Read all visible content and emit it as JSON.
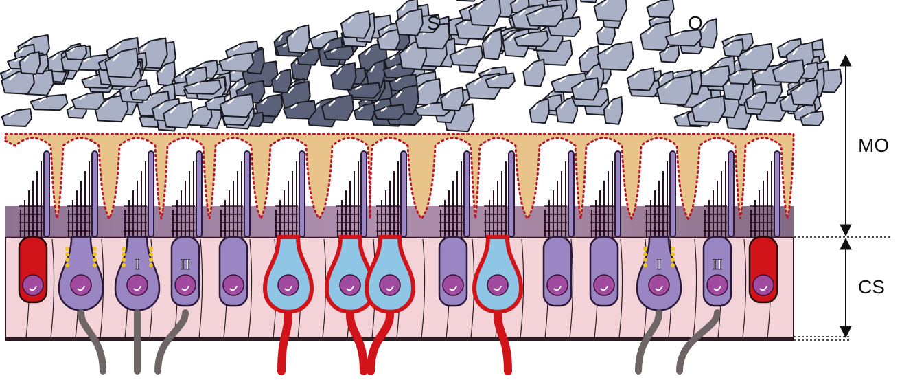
{
  "labels": {
    "s": "S",
    "o": "O",
    "mo": "MO",
    "cs": "CS"
  },
  "hair_cell_types": {
    "type1": "I",
    "type2": "II"
  },
  "colors": {
    "otoconia_light": "#aab1c6",
    "otoconia_dark": "#5b6178",
    "membrane": "#e9c48a",
    "gel_layer": "#8e6a8a",
    "epithelium": "#f3d2d8",
    "hair_cell": "#9b86c4",
    "nucleus": "#a04aa0",
    "calyx_blue": "#8fc6e6",
    "afferent_red": "#d0141a",
    "nerve_gray": "#6d6566",
    "synapse_yellow": "#f0c419"
  }
}
